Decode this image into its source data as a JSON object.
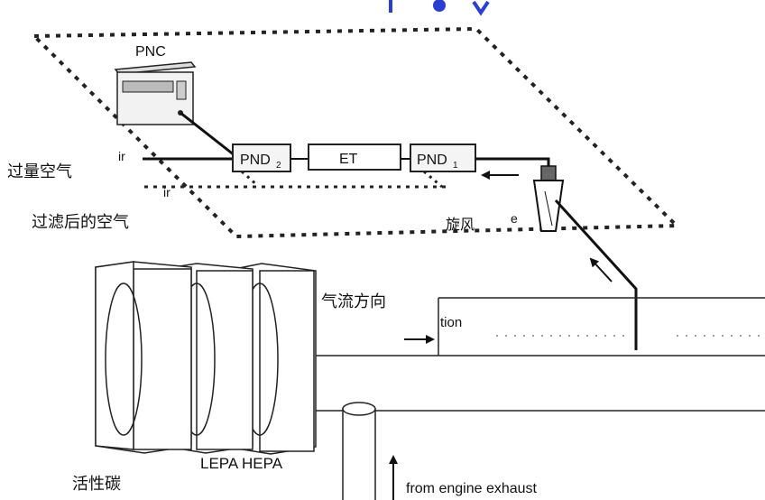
{
  "colors": {
    "ink": "#111111",
    "blue_fragment": "#2a3fd0",
    "background": "#ffffff"
  },
  "labels": {
    "pnc": "PNC",
    "pnd2_main": "PND",
    "pnd2_sub": "2",
    "et": "ET",
    "pnd1_main": "PND",
    "pnd1_sub": "1",
    "air_upper": "ir",
    "air_lower": "ir",
    "excess_air": "过量空气",
    "filtered_air": "过滤后的空气",
    "cyclone": "旋风",
    "cyclone_suffix": "e",
    "airflow_direction": "气流方向",
    "tunnel_fragment": "tion",
    "filters": "LEPA HEPA",
    "activated_carbon": "活性碳",
    "exhaust": "from engine exhaust"
  },
  "icons": {
    "instrument": "pnc-instrument-icon",
    "cyclone": "cyclone-icon",
    "arrow": "flow-arrow-icon"
  }
}
